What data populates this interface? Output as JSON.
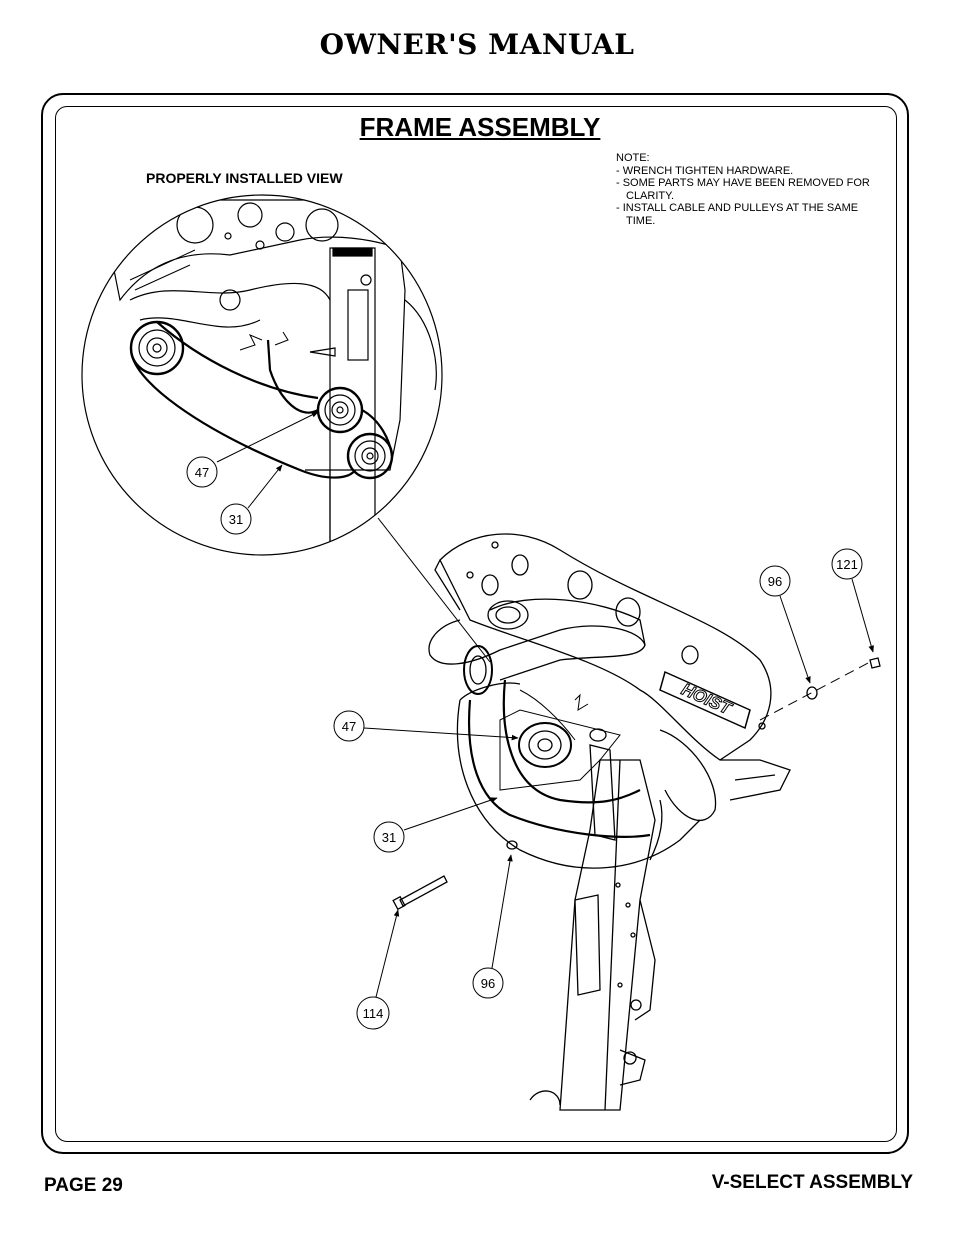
{
  "header": {
    "title": "OWNER'S MANUAL"
  },
  "section": {
    "title": "FRAME ASSEMBLY"
  },
  "inset": {
    "label": "PROPERLY INSTALLED VIEW"
  },
  "note": {
    "heading": "NOTE:",
    "items": [
      "-  WRENCH TIGHTEN HARDWARE.",
      "-  SOME PARTS MAY HAVE BEEN REMOVED FOR CLARITY.",
      "-  INSTALL CABLE AND PULLEYS AT THE SAME TIME."
    ]
  },
  "callouts": {
    "inset_47": "47",
    "inset_31": "31",
    "main_47": "47",
    "main_31": "31",
    "main_96_top": "96",
    "main_121": "121",
    "main_96_bottom": "96",
    "main_114": "114"
  },
  "logo_text": "HOIST",
  "footer": {
    "page": "PAGE 29",
    "section": "V-SELECT ASSEMBLY"
  }
}
